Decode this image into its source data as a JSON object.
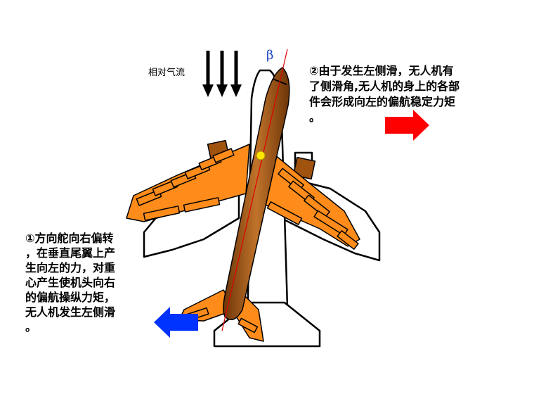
{
  "labels": {
    "airflow": "相对气流",
    "beta": "β",
    "note_right": "②由于发生左侧滑，无人机有\n了侧滑角,无人机的身上的各部\n件会形成向左的偏航稳定力矩\n。",
    "note_left": "①方向舵向右偏转\n，在垂直尾翼上产\n生向左的力，对重\n心产生使机头向右\n的偏航操纵力矩，\n无人机发生左侧滑\n。"
  },
  "colors": {
    "fuselage": "#a0520f",
    "fuselage_highlight": "#d7893c",
    "wing": "#ff8c1a",
    "outline": "#000000",
    "cg_point": "#ffe600",
    "axis_line": "#e00000",
    "arrow_right": "#ff0000",
    "arrow_left": "#0033ff"
  }
}
